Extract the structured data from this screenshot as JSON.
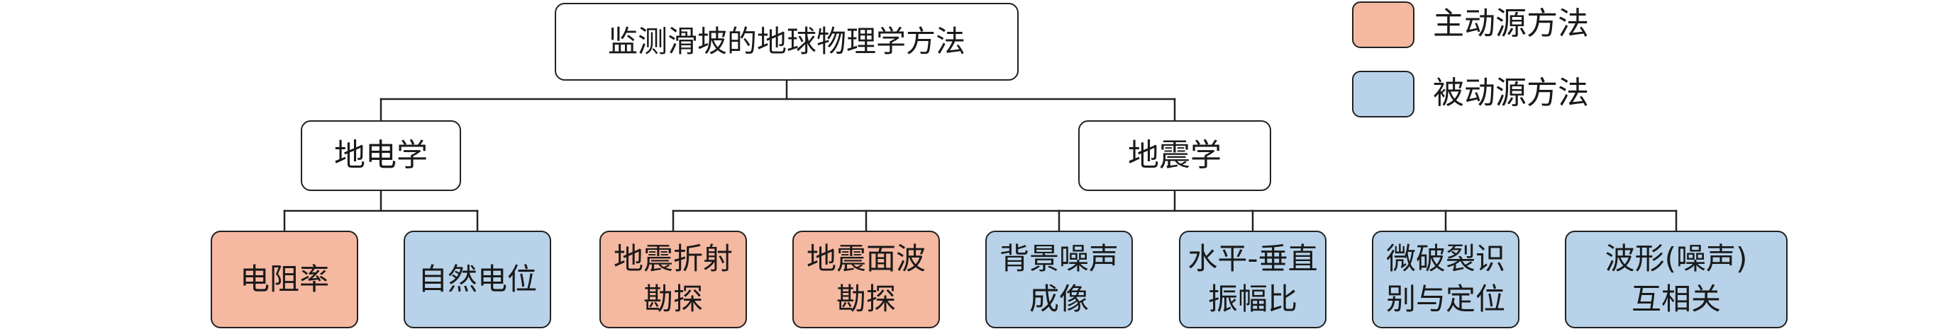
{
  "colors": {
    "active": "#f5b8a0",
    "passive": "#b8d3e9",
    "line": "#222222"
  },
  "legend": {
    "active_label": "主动源方法",
    "passive_label": "被动源方法"
  },
  "root": {
    "label": "监测滑坡的地球物理学方法"
  },
  "branches": {
    "geoelectric": {
      "label": "地电学",
      "children": [
        {
          "label": "电阻率",
          "type": "active"
        },
        {
          "label": "自然电位",
          "type": "passive"
        }
      ]
    },
    "seismic": {
      "label": "地震学",
      "children": [
        {
          "label": "地震折射\n勘探",
          "type": "active"
        },
        {
          "label": "地震面波\n勘探",
          "type": "active"
        },
        {
          "label": "背景噪声\n成像",
          "type": "passive"
        },
        {
          "label": "水平-垂直\n振幅比",
          "type": "passive"
        },
        {
          "label": "微破裂识\n别与定位",
          "type": "passive"
        },
        {
          "label": "波形(噪声)\n互相关",
          "type": "passive"
        }
      ]
    }
  }
}
